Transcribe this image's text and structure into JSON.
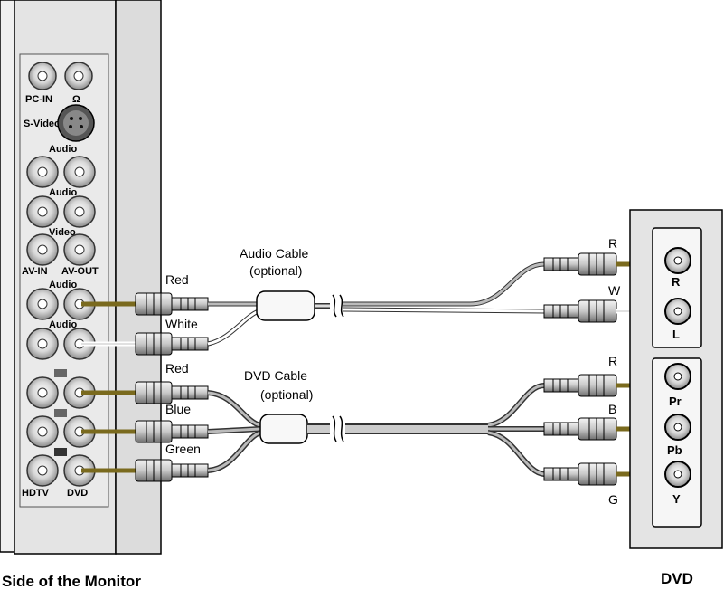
{
  "monitor": {
    "caption": "Side of the Monitor",
    "labels": {
      "pc_in": "PC-IN",
      "headphone": "Ω",
      "s_video": "S-Video",
      "audio1": "Audio",
      "audio2": "Audio",
      "video": "Video",
      "av_in": "AV-IN",
      "av_out": "AV-OUT",
      "audio3": "Audio",
      "audio4": "Audio",
      "hdtv": "HDTV",
      "dvd": "DVD"
    }
  },
  "audio_cable": {
    "title": "Audio Cable",
    "subtitle": "(optional)",
    "left_top": "Red",
    "left_bottom": "White",
    "right_top": "R",
    "right_bottom": "W"
  },
  "dvd_cable": {
    "title": "DVD Cable",
    "subtitle": "(optional)",
    "left_1": "Red",
    "left_2": "Blue",
    "left_3": "Green",
    "right_1": "R",
    "right_2": "B",
    "right_3": "G"
  },
  "dvd_device": {
    "caption": "DVD",
    "jacks": [
      "R",
      "L",
      "Pr",
      "Pb",
      "Y"
    ]
  },
  "colors": {
    "wire_olive": "#7a6a1e",
    "panel": "#e2e2e2",
    "cable_gray": "#b8b8b8"
  }
}
